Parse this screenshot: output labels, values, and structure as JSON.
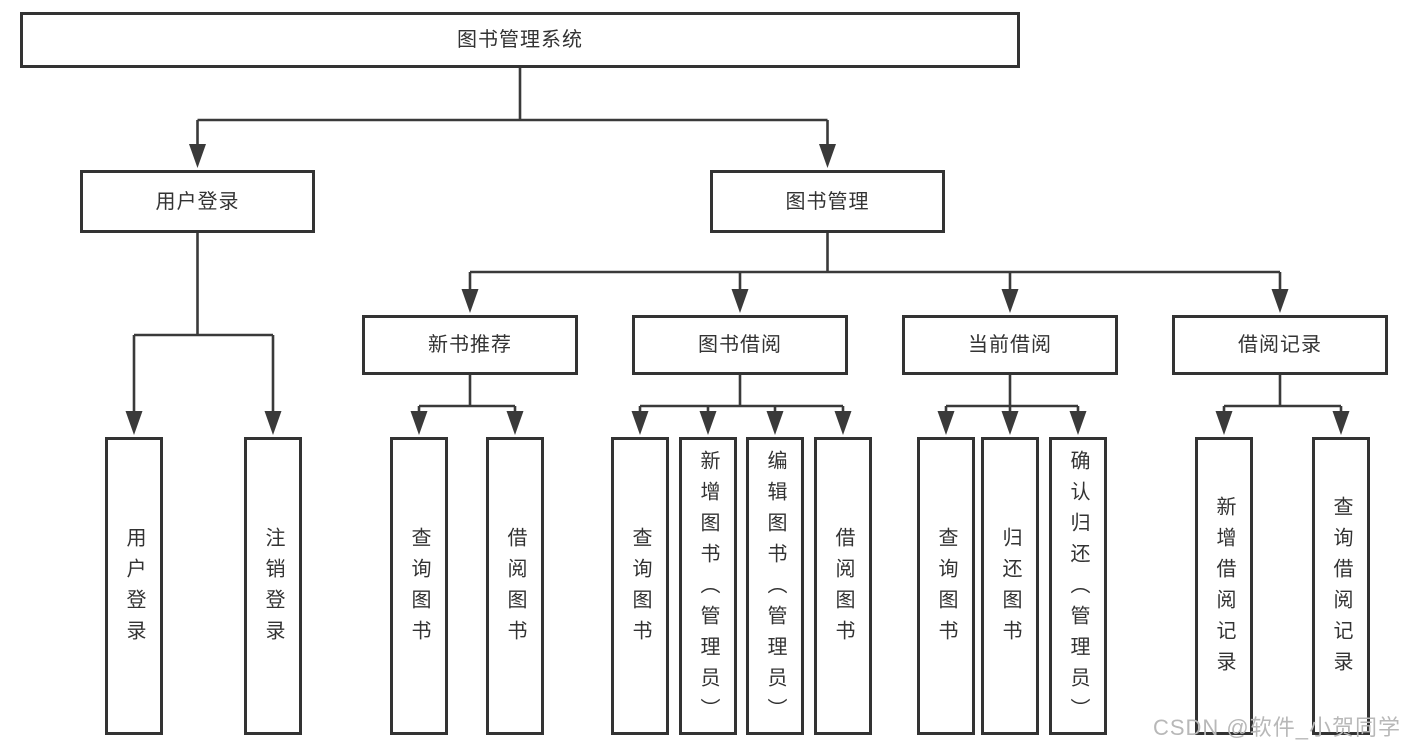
{
  "diagram_title": "图书管理系统",
  "watermark": "CSDN @软件_小贺同学",
  "colors": {
    "line": "#3a3a3a",
    "box_border": "#333333",
    "text": "#333333",
    "background": "#ffffff",
    "watermark": "#b8b8b8"
  },
  "nodes": [
    {
      "id": "root",
      "label": "图书管理系统",
      "parent": null,
      "orientation": "horizontal"
    },
    {
      "id": "user-login",
      "label": "用户登录",
      "parent": "root",
      "orientation": "horizontal"
    },
    {
      "id": "book-mgmt",
      "label": "图书管理",
      "parent": "root",
      "orientation": "horizontal"
    },
    {
      "id": "new-book-rec",
      "label": "新书推荐",
      "parent": "book-mgmt",
      "orientation": "horizontal"
    },
    {
      "id": "book-borrow",
      "label": "图书借阅",
      "parent": "book-mgmt",
      "orientation": "horizontal"
    },
    {
      "id": "current-borrow",
      "label": "当前借阅",
      "parent": "book-mgmt",
      "orientation": "horizontal"
    },
    {
      "id": "borrow-records",
      "label": "借阅记录",
      "parent": "book-mgmt",
      "orientation": "horizontal"
    },
    {
      "id": "leaf-user-login",
      "label": "用户登录",
      "parent": "user-login",
      "orientation": "vertical"
    },
    {
      "id": "leaf-logout",
      "label": "注销登录",
      "parent": "user-login",
      "orientation": "vertical"
    },
    {
      "id": "leaf-query-books-1",
      "label": "查询图书",
      "parent": "new-book-rec",
      "orientation": "vertical"
    },
    {
      "id": "leaf-borrow-books-1",
      "label": "借阅图书",
      "parent": "new-book-rec",
      "orientation": "vertical"
    },
    {
      "id": "leaf-query-books-2",
      "label": "查询图书",
      "parent": "book-borrow",
      "orientation": "vertical"
    },
    {
      "id": "leaf-add-book",
      "label": "新增图书（管理员）",
      "parent": "book-borrow",
      "orientation": "vertical"
    },
    {
      "id": "leaf-edit-book",
      "label": "编辑图书（管理员）",
      "parent": "book-borrow",
      "orientation": "vertical"
    },
    {
      "id": "leaf-borrow-books-2",
      "label": "借阅图书",
      "parent": "book-borrow",
      "orientation": "vertical"
    },
    {
      "id": "leaf-query-books-3",
      "label": "查询图书",
      "parent": "current-borrow",
      "orientation": "vertical"
    },
    {
      "id": "leaf-return-book",
      "label": "归还图书",
      "parent": "current-borrow",
      "orientation": "vertical"
    },
    {
      "id": "leaf-confirm-return",
      "label": "确认归还（管理员）",
      "parent": "current-borrow",
      "orientation": "vertical"
    },
    {
      "id": "leaf-add-borrow-record",
      "label": "新增借阅记录",
      "parent": "borrow-records",
      "orientation": "vertical"
    },
    {
      "id": "leaf-query-borrow-record",
      "label": "查询借阅记录",
      "parent": "borrow-records",
      "orientation": "vertical"
    }
  ]
}
